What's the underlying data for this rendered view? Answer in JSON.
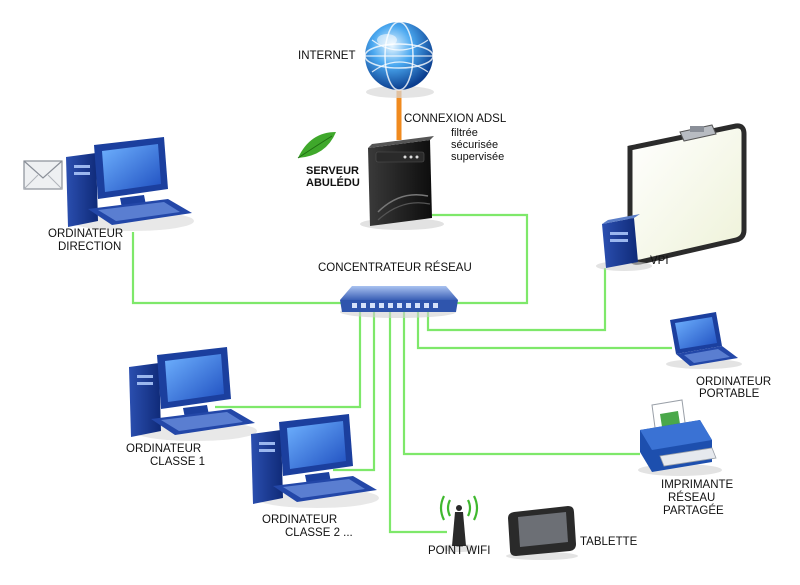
{
  "labels": {
    "internet": "INTERNET",
    "adsl_title": "CONNEXION ADSL",
    "adsl_lines": [
      "filtrée",
      "sécurisée",
      "supervisée"
    ],
    "server_lines": [
      "SERVEUR",
      "ABULÉDU"
    ],
    "direction_lines": [
      "ORDINATEUR",
      "DIRECTION"
    ],
    "hub": "CONCENTRATEUR RÉSEAU",
    "vpi": "VPI",
    "portable_lines": [
      "ORDINATEUR",
      "PORTABLE"
    ],
    "classe1_lines": [
      "ORDINATEUR",
      "CLASSE 1"
    ],
    "classe2_lines": [
      "ORDINATEUR",
      "CLASSE 2 ..."
    ],
    "printer_lines": [
      "IMPRIMANTE",
      "RÉSEAU",
      "PARTAGÉE"
    ],
    "wifi": "POINT WIFI",
    "tablet": "TABLETTE"
  },
  "colors": {
    "link": "#7ee86a",
    "adsl_link": "#f08a1e",
    "monitor_blue": "#1b3f9e",
    "screen_blue": "#3a78e0",
    "hub_blue": "#5b7ec8",
    "server_dark": "#1a1a1a"
  }
}
